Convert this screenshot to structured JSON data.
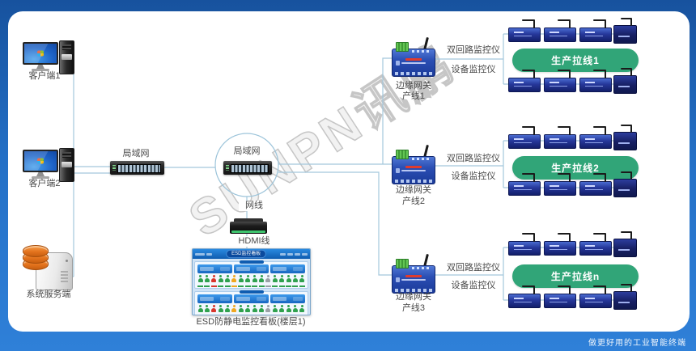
{
  "page": {
    "watermark": "SUNPN讯鹏",
    "footer": "做更好用的工业智能终端"
  },
  "left_nodes": {
    "client1": "客户端1",
    "client2": "客户端2",
    "server": "系统服务端"
  },
  "network": {
    "lan_switch": "局域网",
    "lan_circle": "局域网",
    "net_cable": "网线",
    "hdmi_cable": "HDMI线"
  },
  "dashboard": {
    "title": "ESD监控看板",
    "caption": "ESD防静电监控看板(楼层1)",
    "stats_per_section": 3,
    "person_colors": {
      "green": "#2fa14e",
      "red": "#d9352b",
      "yellow": "#f0a71f",
      "gray": "#9aa0a6"
    },
    "sections": [
      {
        "persons": [
          "green",
          "green",
          "red",
          "green",
          "green",
          "yellow",
          "green",
          "green",
          "green",
          "green",
          "gray",
          "green",
          "green",
          "green",
          "green",
          "green"
        ]
      },
      {
        "persons": [
          "green",
          "green",
          "red",
          "green",
          "green",
          "yellow",
          "green",
          "green",
          "green",
          "green",
          "gray",
          "green",
          "green",
          "green",
          "green",
          "green"
        ]
      }
    ]
  },
  "gateways": [
    {
      "label1": "边缘网关",
      "label2": "产线1",
      "link_top": "双回路监控仪",
      "link_bottom": "设备监控仪",
      "line_label": "生产拉线1"
    },
    {
      "label1": "边缘网关",
      "label2": "产线2",
      "link_top": "双回路监控仪",
      "link_bottom": "设备监控仪",
      "line_label": "生产拉线2"
    },
    {
      "label1": "边缘网关",
      "label2": "产线3",
      "link_top": "双回路监控仪",
      "link_bottom": "设备监控仪",
      "line_label": "生产拉线n"
    }
  ],
  "device_chains": {
    "monitors_per_row": 4,
    "colors": {
      "device_body": "#26379a",
      "end_device_body": "#171f63",
      "pill_green": "#31a578",
      "line": "#a3c7dc"
    }
  }
}
